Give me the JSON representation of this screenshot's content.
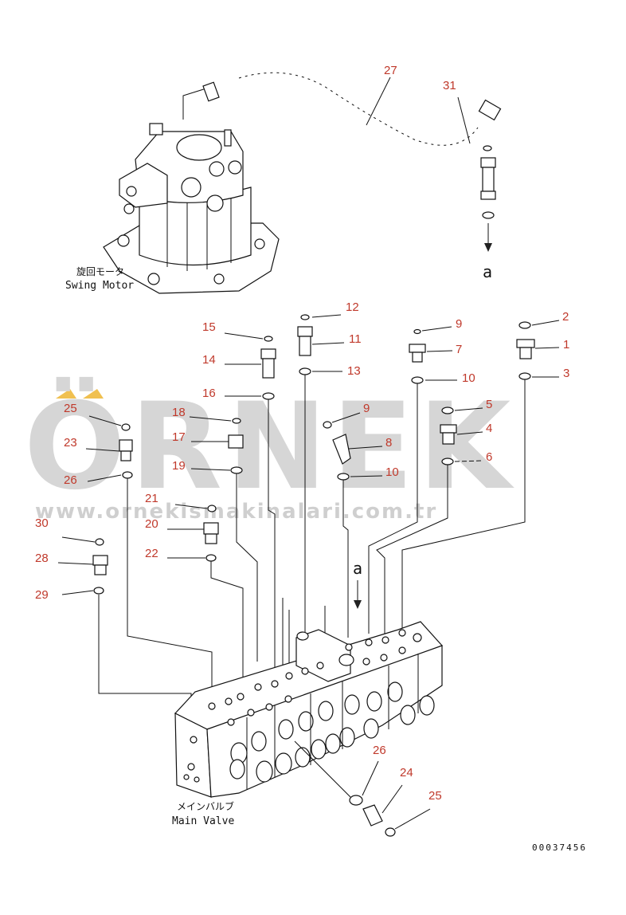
{
  "watermark": {
    "brand": "ÖRNEK",
    "url": "www.ornekismakinalari.com.tr",
    "accent_color": "#f0c050"
  },
  "labels": {
    "swing_motor_jp": "旋回モータ",
    "swing_motor_en": "Swing Motor",
    "main_valve_jp": "メインバルブ",
    "main_valve_en": "Main Valve",
    "arrow_a_top": "a",
    "arrow_a_bottom": "a"
  },
  "document_number": "00037456",
  "callouts": {
    "c27": "27",
    "c31": "31",
    "c12": "12",
    "c15": "15",
    "c11": "11",
    "c14": "14",
    "c13": "13",
    "c16": "16",
    "c9a": "9",
    "c7": "7",
    "c10a": "10",
    "c2": "2",
    "c1": "1",
    "c3": "3",
    "c25a": "25",
    "c23": "23",
    "c26a": "26",
    "c18": "18",
    "c17": "17",
    "c19": "19",
    "c9b": "9",
    "c8": "8",
    "c10b": "10",
    "c5": "5",
    "c4": "4",
    "c6": "6",
    "c21": "21",
    "c20": "20",
    "c22": "22",
    "c30": "30",
    "c28": "28",
    "c29": "29",
    "c26b": "26",
    "c24": "24",
    "c25b": "25"
  }
}
